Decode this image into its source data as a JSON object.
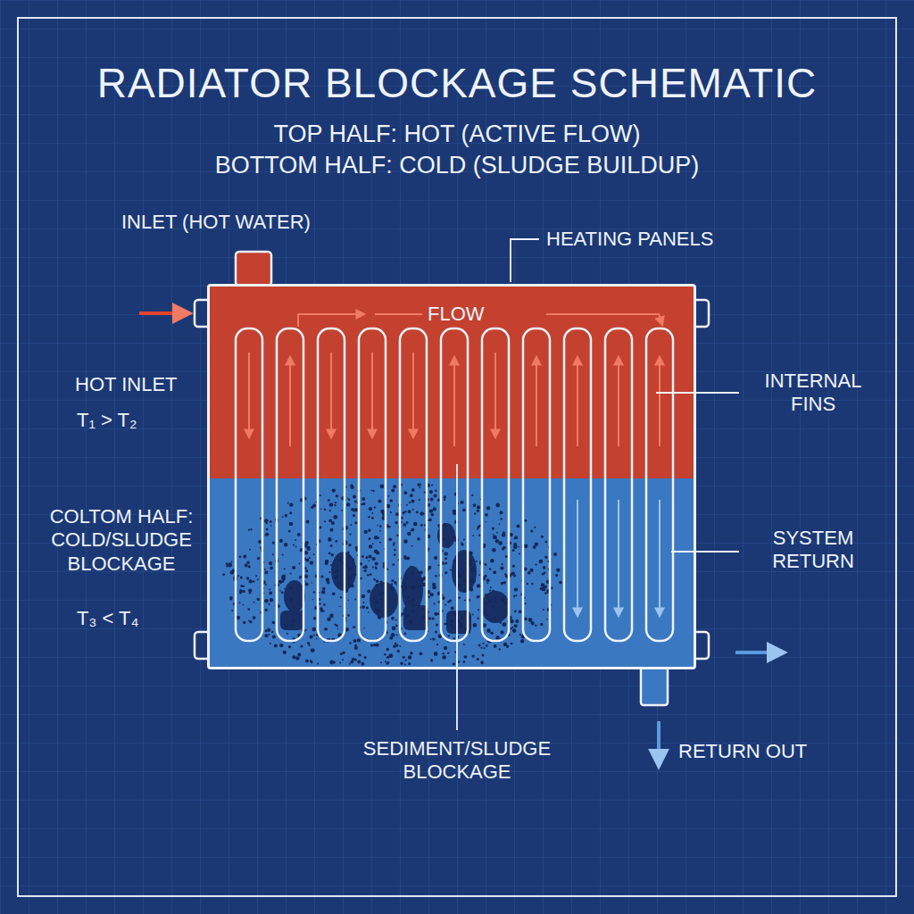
{
  "diagram": {
    "title": "RADIATOR BLOCKAGE SCHEMATIC",
    "nodes": [
      {
        "text": [
          "FLOW"
        ]
      }
    ],
    "labels": [
      "TOP HALF: HOT (ACTIVE FLOW)",
      "BOTTOM HALF: COLD (SLUDGE BUILDUP)",
      "INLET (HOT WATER)",
      "HEATING PANELS",
      "HOT INLET",
      "T₁ > T₂",
      "COLTOM HALF: COLD/SLUDGE BLOCKAGE",
      "T₃ < T₄",
      "INTERNAL FINS",
      "SYSTEM RETURN",
      "SEDIMENT/SLUDGE BLOCKAGE",
      "RETURN OUT"
    ]
  }
}
